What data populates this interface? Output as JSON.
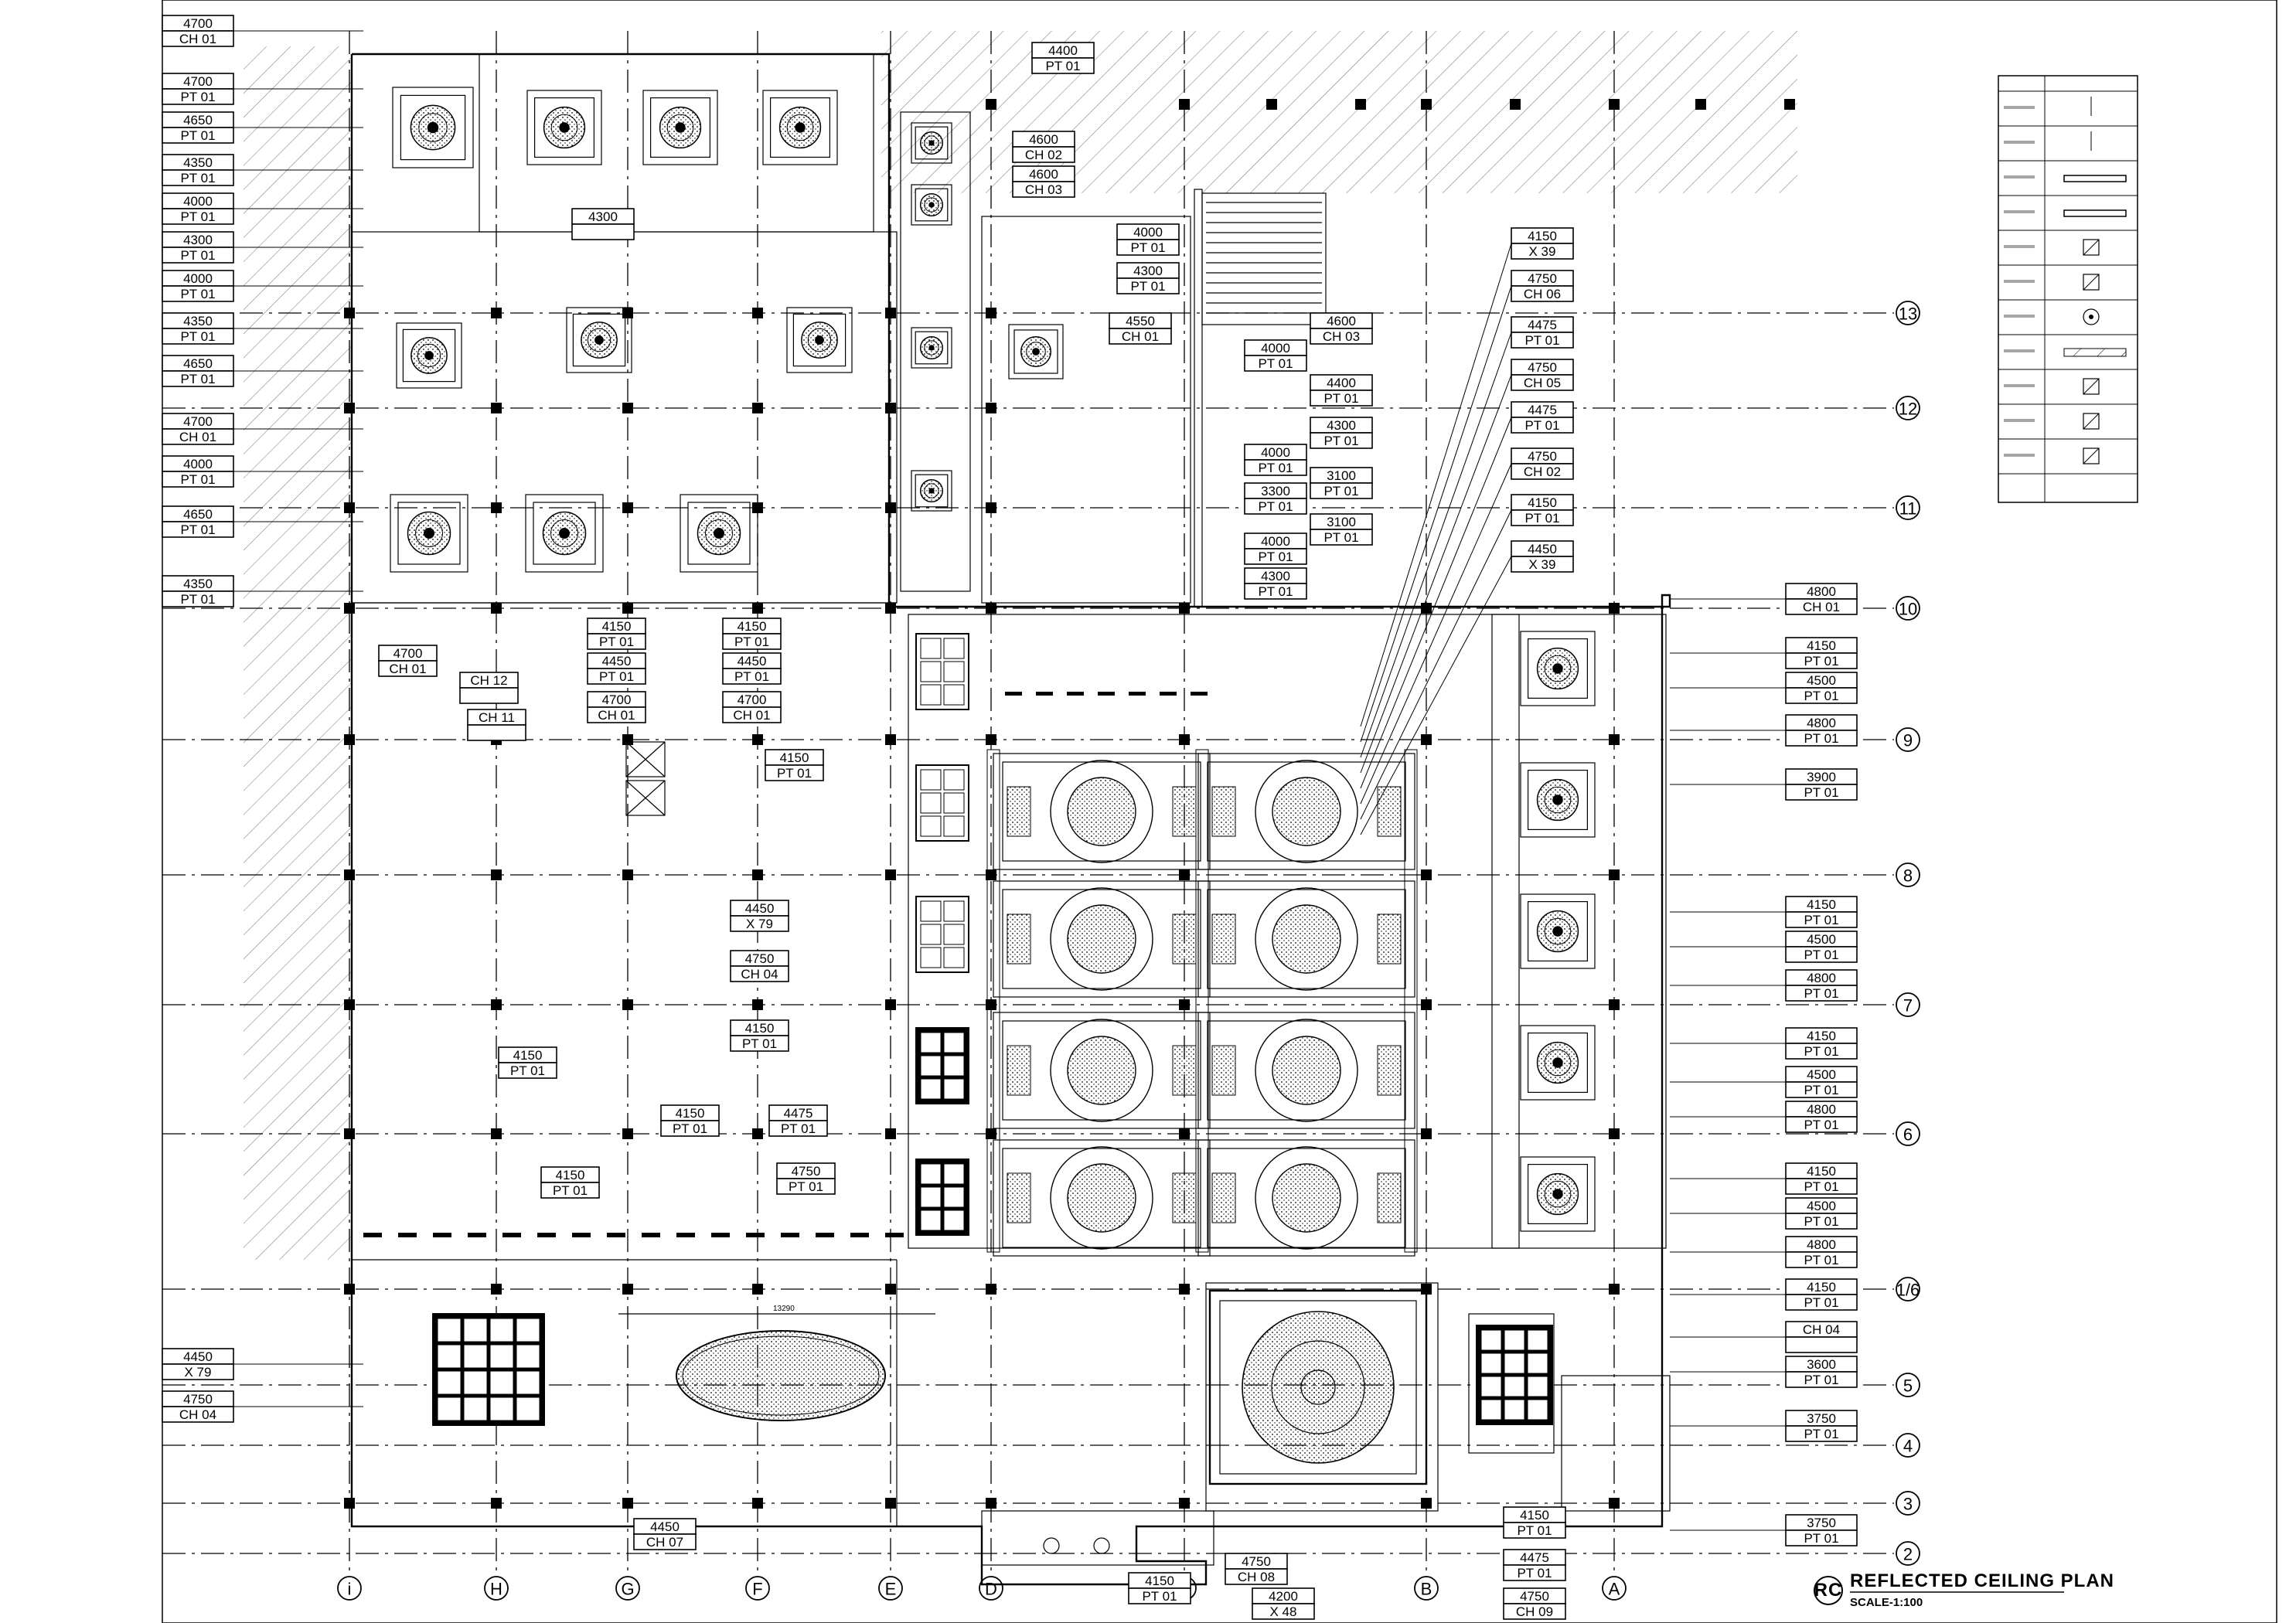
{
  "title": {
    "badge": "RC",
    "main": "REFLECTED CEILING PLAN",
    "scale": "SCALE-1:100"
  },
  "grid": {
    "columns": [
      "i",
      "H",
      "G",
      "F",
      "E",
      "D",
      "C",
      "B",
      "A"
    ],
    "rows": [
      "13",
      "12",
      "11",
      "10",
      "9",
      "8",
      "7",
      "6",
      "1/6",
      "5",
      "4",
      "3",
      "2"
    ]
  },
  "tags_left": [
    [
      "4700",
      "CH 01"
    ],
    [
      "4700",
      "PT 01"
    ],
    [
      "4650",
      "PT 01"
    ],
    [
      "4350",
      "PT 01"
    ],
    [
      "4000",
      "PT 01"
    ],
    [
      "4300",
      "PT 01"
    ],
    [
      "4000",
      "PT 01"
    ],
    [
      "4350",
      "PT 01"
    ],
    [
      "4650",
      "PT 01"
    ],
    [
      "4700",
      "CH 01"
    ],
    [
      "4000",
      "PT 01"
    ],
    [
      "4650",
      "PT 01"
    ],
    [
      "4350",
      "PT 01"
    ],
    [
      "4450",
      "X 79"
    ],
    [
      "4750",
      "CH 04"
    ]
  ],
  "tags_right": [
    [
      "4800",
      "CH 01"
    ],
    [
      "4150",
      "PT 01"
    ],
    [
      "4500",
      "PT 01"
    ],
    [
      "4800",
      "PT 01"
    ],
    [
      "3900",
      "PT 01"
    ],
    [
      "4150",
      "PT 01"
    ],
    [
      "4500",
      "PT 01"
    ],
    [
      "4800",
      "PT 01"
    ],
    [
      "4150",
      "PT 01"
    ],
    [
      "4500",
      "PT 01"
    ],
    [
      "4800",
      "PT 01"
    ],
    [
      "4150",
      "PT 01"
    ],
    [
      "4500",
      "PT 01"
    ],
    [
      "4800",
      "PT 01"
    ],
    [
      "4150",
      "PT 01"
    ],
    [
      "CH 04",
      ""
    ],
    [
      "3600",
      "PT 01"
    ],
    [
      "3750",
      "PT 01"
    ],
    [
      "3750",
      "PT 01"
    ]
  ],
  "tags_center_upper": [
    [
      "4400",
      "PT 01"
    ],
    [
      "4600",
      "CH 02"
    ],
    [
      "4600",
      "CH 03"
    ],
    [
      "4300",
      ""
    ],
    [
      "4000",
      "PT 01"
    ],
    [
      "4300",
      "PT 01"
    ],
    [
      "4550",
      "CH 01"
    ],
    [
      "4600",
      "CH 03"
    ],
    [
      "4000",
      "PT 01"
    ],
    [
      "4400",
      "PT 01"
    ],
    [
      "4300",
      "PT 01"
    ],
    [
      "4000",
      "PT 01"
    ],
    [
      "3300",
      "PT 01"
    ],
    [
      "3100",
      "PT 01"
    ],
    [
      "3100",
      "PT 01"
    ],
    [
      "4000",
      "PT 01"
    ],
    [
      "4300",
      "PT 01"
    ]
  ],
  "tags_center_mid": [
    [
      "4150",
      "X 39"
    ],
    [
      "4750",
      "CH 06"
    ],
    [
      "4475",
      "PT 01"
    ],
    [
      "4750",
      "CH 05"
    ],
    [
      "4475",
      "PT 01"
    ],
    [
      "4750",
      "CH 02"
    ],
    [
      "4150",
      "PT 01"
    ],
    [
      "4450",
      "X 39"
    ]
  ],
  "tags_lower_left": [
    [
      "4700",
      "CH 01"
    ],
    [
      "CH 12",
      ""
    ],
    [
      "CH 11",
      ""
    ],
    [
      "4150",
      "PT 01"
    ],
    [
      "4450",
      "PT 01"
    ],
    [
      "4700",
      "CH 01"
    ],
    [
      "4150",
      "PT 01"
    ],
    [
      "4450",
      "PT 01"
    ],
    [
      "4700",
      "CH 01"
    ],
    [
      "4150",
      "PT 01"
    ],
    [
      "4450",
      "X 79"
    ],
    [
      "4750",
      "CH 04"
    ],
    [
      "4150",
      "PT 01"
    ],
    [
      "4150",
      "PT 01"
    ],
    [
      "4150",
      "PT 01"
    ],
    [
      "4475",
      "PT 01"
    ],
    [
      "4750",
      "PT 01"
    ],
    [
      "4150",
      "PT 01"
    ]
  ],
  "tags_bottom": [
    [
      "4450",
      "CH 07"
    ],
    [
      "4150",
      "PT 01"
    ],
    [
      "4750",
      "CH 08"
    ],
    [
      "4200",
      "X 48"
    ],
    [
      "4150",
      "PT 01"
    ],
    [
      "4475",
      "PT 01"
    ],
    [
      "4750",
      "CH 09"
    ]
  ],
  "dimension_text": "13290"
}
